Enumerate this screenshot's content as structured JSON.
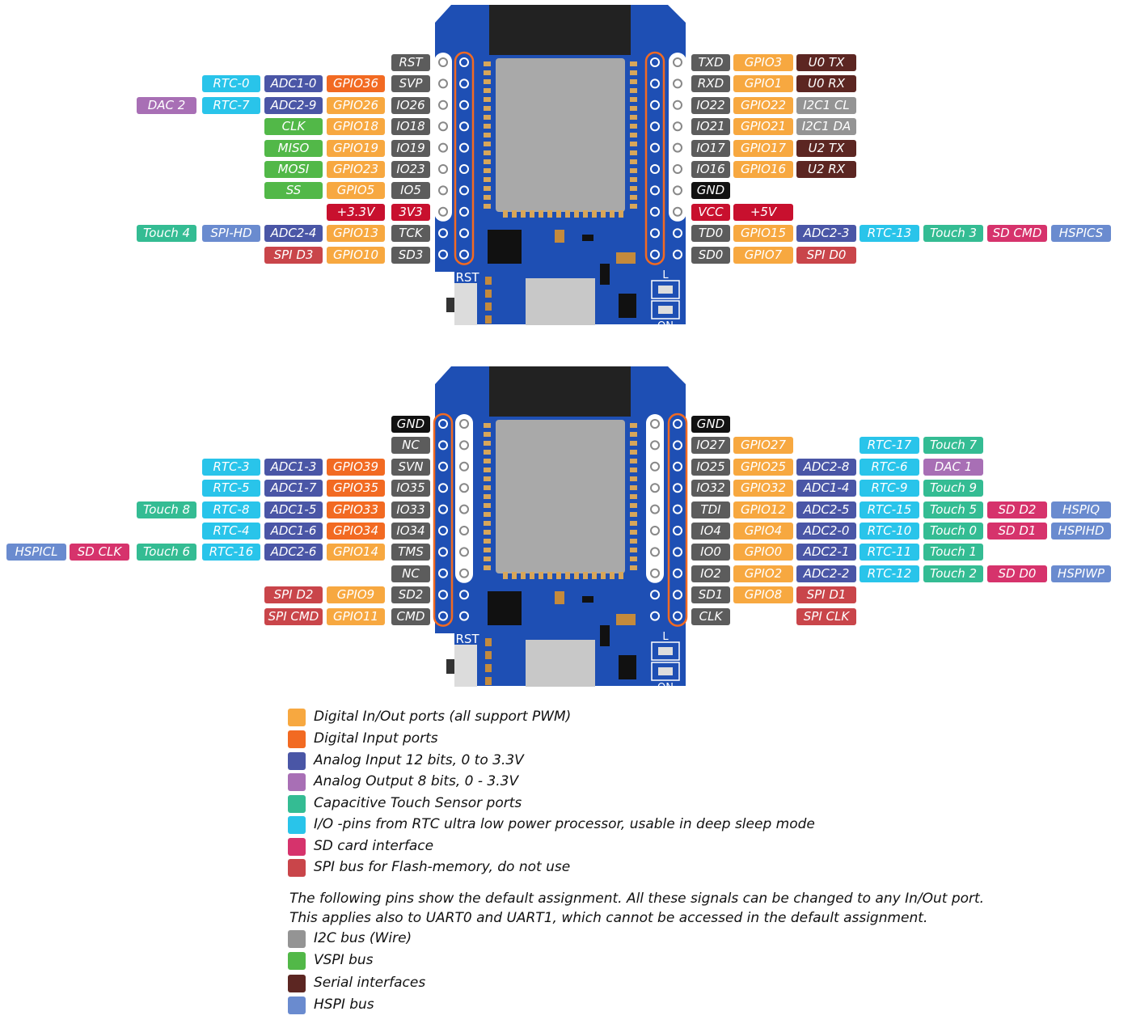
{
  "colors": {
    "dio": "#f7a840",
    "din": "#f26a22",
    "adc": "#4a56a6",
    "dac": "#a86fb5",
    "touch": "#34bc93",
    "rtc": "#29c4ea",
    "sd": "#d6336c",
    "spiflash": "#c9454a",
    "i2c": "#949494",
    "vspi": "#52b848",
    "serial": "#5c2622",
    "hspi": "#6a8bcf",
    "pin": "#5c5c5c",
    "gnd": "#111111",
    "pwr": "#c8102e",
    "board": "#1e4fb4",
    "board_dark": "#1a3a8a"
  },
  "boards": [
    {
      "rst_label": "RST",
      "led_labels": [
        "L",
        "ON"
      ],
      "left_rows": [
        [
          [
            "pin",
            "RST"
          ]
        ],
        [
          [
            "rtc",
            "RTC-0"
          ],
          [
            "adc",
            "ADC1-0"
          ],
          [
            "din",
            "GPIO36"
          ],
          [
            "pin",
            "SVP"
          ]
        ],
        [
          [
            "dac",
            "DAC 2"
          ],
          [
            "rtc",
            "RTC-7"
          ],
          [
            "adc",
            "ADC2-9"
          ],
          [
            "dio",
            "GPIO26"
          ],
          [
            "pin",
            "IO26"
          ]
        ],
        [
          [
            "vspi",
            "CLK"
          ],
          [
            "dio",
            "GPIO18"
          ],
          [
            "pin",
            "IO18"
          ]
        ],
        [
          [
            "vspi",
            "MISO"
          ],
          [
            "dio",
            "GPIO19"
          ],
          [
            "pin",
            "IO19"
          ]
        ],
        [
          [
            "vspi",
            "MOSI"
          ],
          [
            "dio",
            "GPIO23"
          ],
          [
            "pin",
            "IO23"
          ]
        ],
        [
          [
            "vspi",
            "SS"
          ],
          [
            "dio",
            "GPIO5"
          ],
          [
            "pin",
            "IO5"
          ]
        ],
        [
          [
            "pwr",
            "+3.3V"
          ],
          [
            "pwr",
            "3V3"
          ]
        ],
        [
          [
            "touch",
            "Touch 4"
          ],
          [
            "hspi",
            "SPI-HD"
          ],
          [
            "adc",
            "ADC2-4"
          ],
          [
            "dio",
            "GPIO13"
          ],
          [
            "pin",
            "TCK"
          ]
        ],
        [
          [
            "spiflash",
            "SPI D3"
          ],
          [
            "dio",
            "GPIO10"
          ],
          [
            "pin",
            "SD3"
          ]
        ]
      ],
      "right_rows": [
        [
          [
            "pin",
            "TXD"
          ],
          [
            "dio",
            "GPIO3"
          ],
          [
            "serial",
            "U0 TX"
          ]
        ],
        [
          [
            "pin",
            "RXD"
          ],
          [
            "dio",
            "GPIO1"
          ],
          [
            "serial",
            "U0 RX"
          ]
        ],
        [
          [
            "pin",
            "IO22"
          ],
          [
            "dio",
            "GPIO22"
          ],
          [
            "i2c",
            "I2C1 CL"
          ]
        ],
        [
          [
            "pin",
            "IO21"
          ],
          [
            "dio",
            "GPIO21"
          ],
          [
            "i2c",
            "I2C1 DA"
          ]
        ],
        [
          [
            "pin",
            "IO17"
          ],
          [
            "dio",
            "GPIO17"
          ],
          [
            "serial",
            "U2 TX"
          ]
        ],
        [
          [
            "pin",
            "IO16"
          ],
          [
            "dio",
            "GPIO16"
          ],
          [
            "serial",
            "U2 RX"
          ]
        ],
        [
          [
            "gnd",
            "GND"
          ]
        ],
        [
          [
            "pwr",
            "VCC"
          ],
          [
            "pwr",
            "+5V"
          ]
        ],
        [
          [
            "pin",
            "TD0"
          ],
          [
            "dio",
            "GPIO15"
          ],
          [
            "adc",
            "ADC2-3"
          ],
          [
            "rtc",
            "RTC-13"
          ],
          [
            "touch",
            "Touch 3"
          ],
          [
            "sd",
            "SD CMD"
          ],
          [
            "hspi",
            "HSPICS"
          ]
        ],
        [
          [
            "pin",
            "SD0"
          ],
          [
            "dio",
            "GPIO7"
          ],
          [
            "spiflash",
            "SPI D0"
          ]
        ]
      ]
    },
    {
      "rst_label": "RST",
      "led_labels": [
        "L",
        "ON"
      ],
      "left_rows": [
        [
          [
            "gnd",
            "GND"
          ]
        ],
        [
          [
            "pin",
            "NC"
          ]
        ],
        [
          [
            "rtc",
            "RTC-3"
          ],
          [
            "adc",
            "ADC1-3"
          ],
          [
            "din",
            "GPIO39"
          ],
          [
            "pin",
            "SVN"
          ]
        ],
        [
          [
            "rtc",
            "RTC-5"
          ],
          [
            "adc",
            "ADC1-7"
          ],
          [
            "din",
            "GPIO35"
          ],
          [
            "pin",
            "IO35"
          ]
        ],
        [
          [
            "touch",
            "Touch 8"
          ],
          [
            "rtc",
            "RTC-8"
          ],
          [
            "adc",
            "ADC1-5"
          ],
          [
            "din",
            "GPIO33"
          ],
          [
            "pin",
            "IO33"
          ]
        ],
        [
          [
            "rtc",
            "RTC-4"
          ],
          [
            "adc",
            "ADC1-6"
          ],
          [
            "din",
            "GPIO34"
          ],
          [
            "pin",
            "IO34"
          ]
        ],
        [
          [
            "hspi",
            "HSPICL"
          ],
          [
            "sd",
            "SD CLK"
          ],
          [
            "touch",
            "Touch 6"
          ],
          [
            "rtc",
            "RTC-16"
          ],
          [
            "adc",
            "ADC2-6"
          ],
          [
            "dio",
            "GPIO14"
          ],
          [
            "pin",
            "TMS"
          ]
        ],
        [
          [
            "pin",
            "NC"
          ]
        ],
        [
          [
            "spiflash",
            "SPI D2"
          ],
          [
            "dio",
            "GPIO9"
          ],
          [
            "pin",
            "SD2"
          ]
        ],
        [
          [
            "spiflash",
            "SPI CMD"
          ],
          [
            "dio",
            "GPIO11"
          ],
          [
            "pin",
            "CMD"
          ]
        ]
      ],
      "right_rows": [
        [
          [
            "gnd",
            "GND"
          ]
        ],
        [
          [
            "pin",
            "IO27"
          ],
          [
            "dio",
            "GPIO27"
          ],
          [
            "skip",
            ""
          ],
          [
            "rtc",
            "RTC-17"
          ],
          [
            "touch",
            "Touch 7"
          ]
        ],
        [
          [
            "pin",
            "IO25"
          ],
          [
            "dio",
            "GPIO25"
          ],
          [
            "adc",
            "ADC2-8"
          ],
          [
            "rtc",
            "RTC-6"
          ],
          [
            "dac",
            "DAC 1"
          ]
        ],
        [
          [
            "pin",
            "IO32"
          ],
          [
            "dio",
            "GPIO32"
          ],
          [
            "adc",
            "ADC1-4"
          ],
          [
            "rtc",
            "RTC-9"
          ],
          [
            "touch",
            "Touch 9"
          ]
        ],
        [
          [
            "pin",
            "TDI"
          ],
          [
            "dio",
            "GPIO12"
          ],
          [
            "adc",
            "ADC2-5"
          ],
          [
            "rtc",
            "RTC-15"
          ],
          [
            "touch",
            "Touch 5"
          ],
          [
            "sd",
            "SD D2"
          ],
          [
            "hspi",
            "HSPIQ"
          ]
        ],
        [
          [
            "pin",
            "IO4"
          ],
          [
            "dio",
            "GPIO4"
          ],
          [
            "adc",
            "ADC2-0"
          ],
          [
            "rtc",
            "RTC-10"
          ],
          [
            "touch",
            "Touch 0"
          ],
          [
            "sd",
            "SD D1"
          ],
          [
            "hspi",
            "HSPIHD"
          ]
        ],
        [
          [
            "pin",
            "IO0"
          ],
          [
            "dio",
            "GPIO0"
          ],
          [
            "adc",
            "ADC2-1"
          ],
          [
            "rtc",
            "RTC-11"
          ],
          [
            "touch",
            "Touch 1"
          ]
        ],
        [
          [
            "pin",
            "IO2"
          ],
          [
            "dio",
            "GPIO2"
          ],
          [
            "adc",
            "ADC2-2"
          ],
          [
            "rtc",
            "RTC-12"
          ],
          [
            "touch",
            "Touch 2"
          ],
          [
            "sd",
            "SD D0"
          ],
          [
            "hspi",
            "HSPIWP"
          ]
        ],
        [
          [
            "pin",
            "SD1"
          ],
          [
            "dio",
            "GPIO8"
          ],
          [
            "spiflash",
            "SPI D1"
          ]
        ],
        [
          [
            "pin",
            "CLK"
          ],
          [
            "skip",
            ""
          ],
          [
            "spiflash",
            "SPI CLK"
          ]
        ]
      ]
    }
  ],
  "legend": {
    "items": [
      {
        "color": "dio",
        "text": "Digital In/Out ports (all support PWM)"
      },
      {
        "color": "din",
        "text": "Digital Input ports"
      },
      {
        "color": "adc",
        "text": "Analog Input 12 bits, 0 to 3.3V"
      },
      {
        "color": "dac",
        "text": "Analog Output 8 bits, 0 - 3.3V"
      },
      {
        "color": "touch",
        "text": "Capacitive Touch Sensor ports"
      },
      {
        "color": "rtc",
        "text": "I/O -pins from RTC ultra low power processor, usable in deep sleep mode"
      },
      {
        "color": "sd",
        "text": "SD card interface"
      },
      {
        "color": "spiflash",
        "text": "SPI bus for Flash-memory, do not use"
      }
    ],
    "note_line1": "The following pins show the default assignment. All these signals can be changed to any In/Out port.",
    "note_line2": "This applies also to UART0 and UART1, which cannot be accessed in the default assignment.",
    "bus_items": [
      {
        "color": "i2c",
        "text": "I2C bus (Wire)"
      },
      {
        "color": "vspi",
        "text": "VSPI bus"
      },
      {
        "color": "serial",
        "text": "Serial interfaces"
      },
      {
        "color": "hspi",
        "text": "HSPI bus"
      }
    ]
  }
}
